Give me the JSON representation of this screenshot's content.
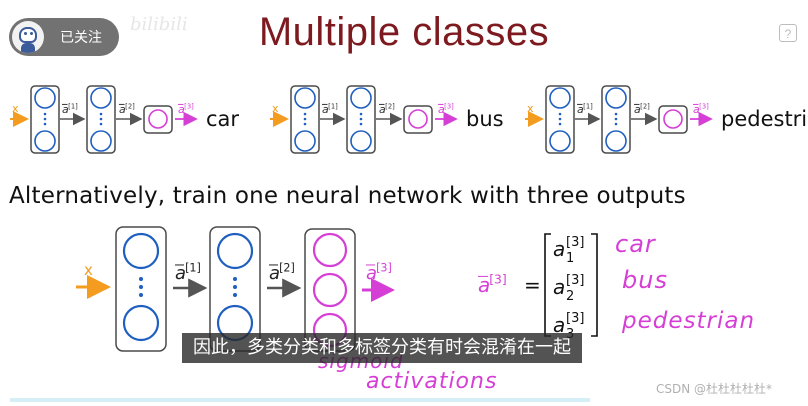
{
  "slide": {
    "title": "Multiple classes",
    "line_text": "Alternatively, train one neural network with three outputs"
  },
  "overlay": {
    "follow_label": "已关注",
    "watermark": "bilibili",
    "help_glyph": "?",
    "subtitle": "因此，多类分类和多标签分类有时会混淆在一起",
    "credit": "CSDN @杜杜杜杜杜*",
    "progress_fraction": 0.0
  },
  "diagram": {
    "input_label": "x",
    "a1_label": "a",
    "a1_sup": "[1]",
    "a2_label": "a",
    "a2_sup": "[2]",
    "a3_label": "a",
    "a3_sup": "[3]",
    "small_outputs": [
      "car",
      "bus",
      "pedestria"
    ],
    "equation_lhs": "a",
    "equation_lhs_sup": "[3]",
    "equals": "=",
    "vector_entries": [
      {
        "base": "a",
        "sub": "1",
        "sup": "[3]"
      },
      {
        "base": "a",
        "sub": "2",
        "sup": "[3]"
      },
      {
        "base": "a",
        "sub": "3",
        "sup": "[3]"
      }
    ],
    "handwritten_labels": [
      "car",
      "bus",
      "pedestrian"
    ],
    "handwritten_note_1": "sigmoid",
    "handwritten_note_2": "activations"
  },
  "colors": {
    "title": "#7d1a1f",
    "neuron_blue": "#1f5fbf",
    "output_magenta": "#d63fd6",
    "input_orange": "#f39c1f",
    "box_border": "#4a4a4a"
  }
}
